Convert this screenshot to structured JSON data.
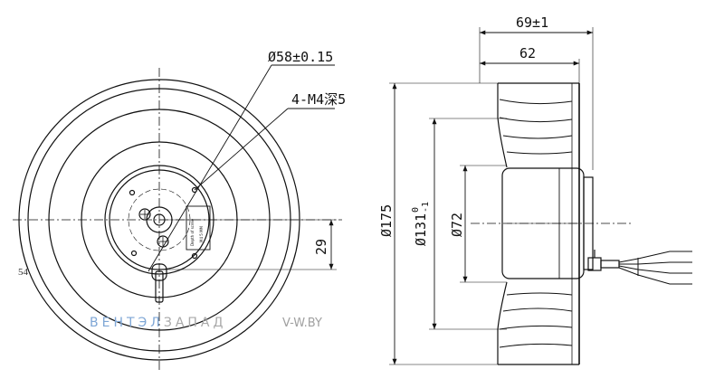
{
  "dimensions": {
    "overall_depth": "69±1",
    "blade_depth": "62",
    "bolt_circle": "Ø58±0.15",
    "mount_holes": "4-M4深5",
    "outer_diameter": "Ø175",
    "inlet_diameter": "Ø131",
    "inlet_tol_upper": "0",
    "inlet_tol_lower": "-1",
    "motor_diameter": "Ø72",
    "offset_29": "29",
    "side_note": "54"
  },
  "watermark": {
    "brand_part1": "ВЕНТЭЛ",
    "brand_part2": "ЗАПАД",
    "site": "V-W.BY"
  },
  "label_text": [
    "Depth of screw",
    "M4 5 MM"
  ]
}
